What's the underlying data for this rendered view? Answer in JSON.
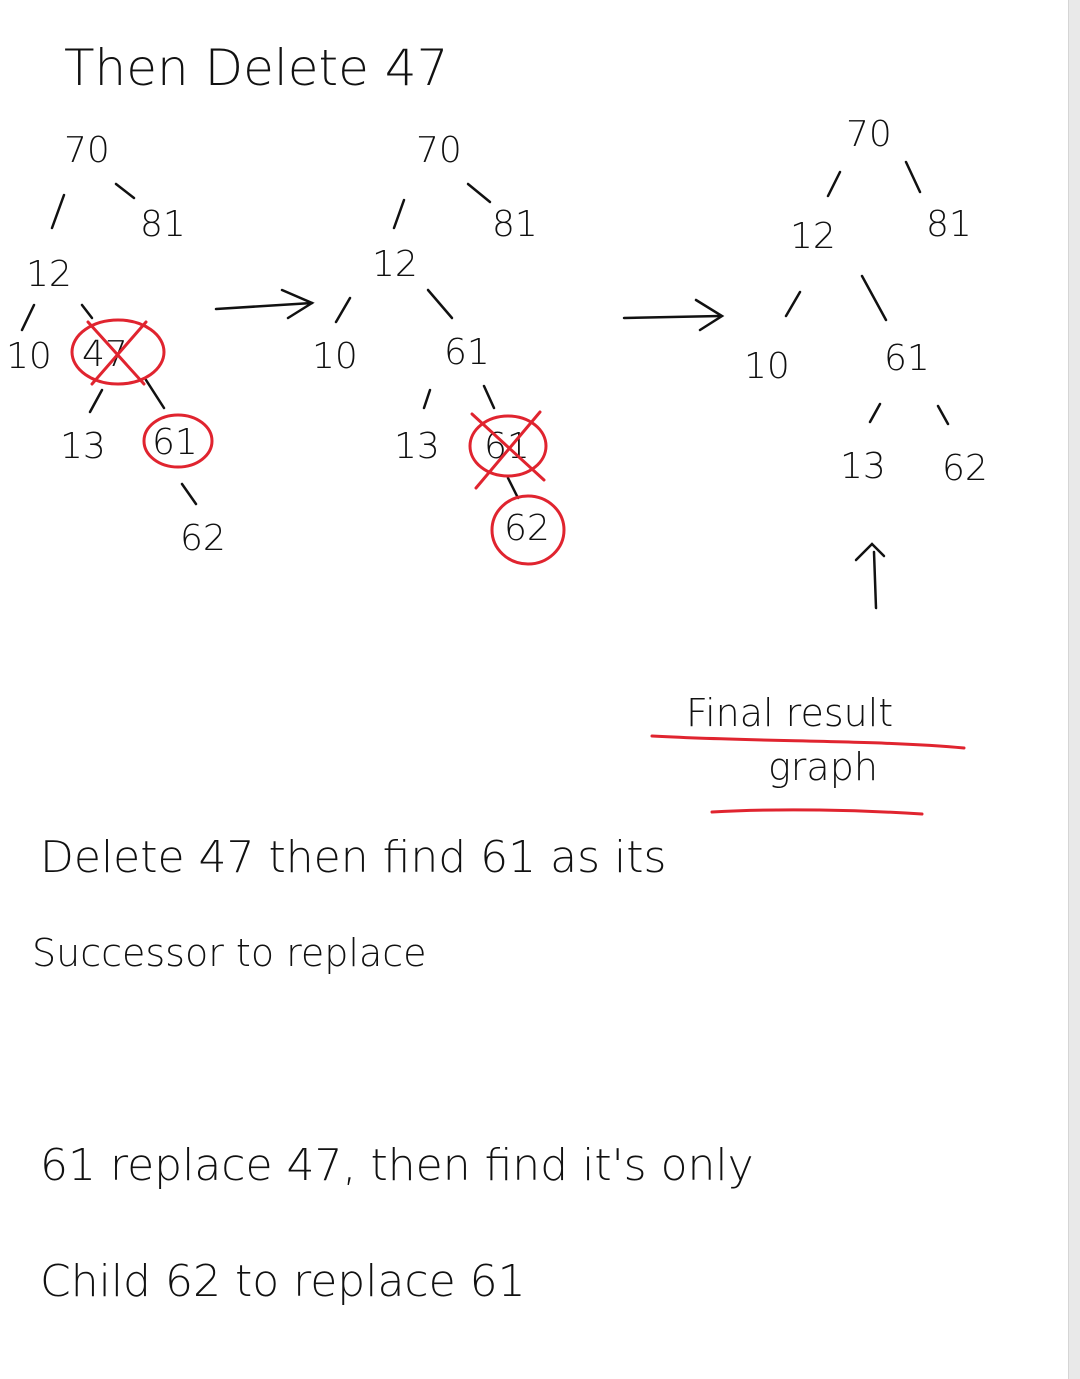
{
  "title": "Then Delete 47",
  "trees": {
    "step1": {
      "nodes": {
        "n70": "70",
        "n81": "81",
        "n12": "12",
        "n10": "10",
        "n47": "47",
        "n13": "13",
        "n61": "61",
        "n62": "62"
      },
      "deleted": "47",
      "highlighted": "61"
    },
    "step2": {
      "nodes": {
        "n70": "70",
        "n81": "81",
        "n12": "12",
        "n10": "10",
        "n61": "61",
        "n13": "13",
        "n61b": "61",
        "n62": "62"
      },
      "deleted": "61",
      "highlighted": "62"
    },
    "step3": {
      "nodes": {
        "n70": "70",
        "n81": "81",
        "n12": "12",
        "n10": "10",
        "n61": "61",
        "n13": "13",
        "n62": "62"
      }
    }
  },
  "final_label": {
    "line1": "Final result",
    "line2": "graph"
  },
  "notes": {
    "line1": "Delete 47 then find 61 as its",
    "line2": "Successor to replace",
    "line3": "61 replace 47, then find it's only",
    "line4": "Child 62 to replace 61"
  },
  "colors": {
    "ink": "#111111",
    "marker": "#e0242f",
    "paper": "#ffffff"
  }
}
